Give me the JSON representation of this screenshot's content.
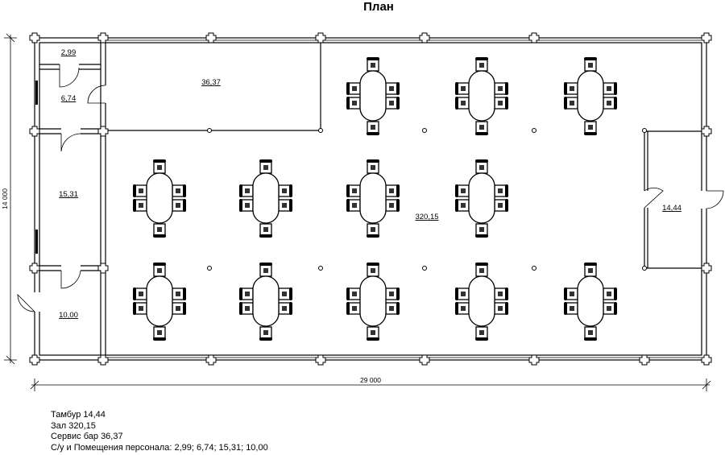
{
  "title": "План",
  "rooms": {
    "wc": "2,99",
    "staff_small": "6,74",
    "service_bar": "36,37",
    "hall": "320,15",
    "staff_large": "15,31",
    "staff_entry": "10,00",
    "vestibule": "14,44"
  },
  "dimensions": {
    "width": "29 000",
    "height": "14 000"
  },
  "legend": [
    "Тамбур 14,44",
    "Зал 320,15",
    "Сервис бар 36,37",
    "С/у и Помещения персонала: 2,99; 6,74; 15,31; 10,00"
  ]
}
